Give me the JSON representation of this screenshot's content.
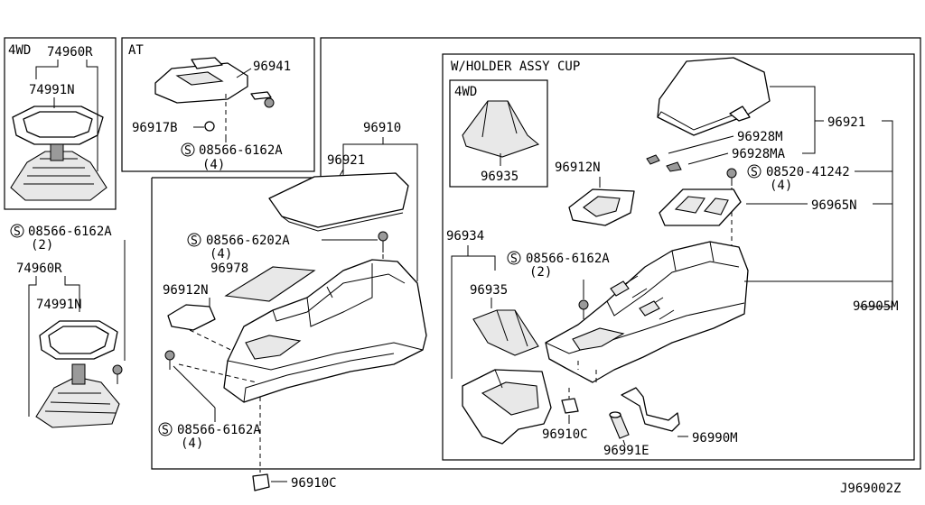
{
  "diagram": {
    "groups": {
      "g4wd_top": "4WD",
      "at": "AT",
      "cup": "W/HOLDER ASSY CUP",
      "g4wd_cup": "4WD"
    },
    "parts": {
      "p74960R_a": "74960R",
      "p74991N_a": "74991N",
      "p96941": "96941",
      "p96917B": "96917B",
      "s_bolt_at": "08566-6162A",
      "q_bolt_at": "(4)",
      "s_bolt_left": "08566-6162A",
      "q_bolt_left": "(2)",
      "p74960R_b": "74960R",
      "p74991N_b": "74991N",
      "p96910_top": "96910",
      "p96921_left": "96921",
      "s_bolt_mid": "08566-6202A",
      "q_bolt_mid": "(4)",
      "p96978": "96978",
      "p96912N_left": "96912N",
      "s_bolt_bot": "08566-6162A",
      "q_bolt_bot": "(4)",
      "p96910C_bot": "96910C",
      "p96935_top": "96935",
      "p96912N_mid": "96912N",
      "p96934": "96934",
      "s_bolt_cup": "08566-6162A",
      "q_bolt_cup": "(2)",
      "p96935_mid": "96935",
      "p96928M": "96928M",
      "p96928MA": "96928MA",
      "p96921_right": "96921",
      "s_bolt_right": "08520-41242",
      "q_bolt_right": "(4)",
      "p96965N": "96965N",
      "p96905M": "96905M",
      "p96910C_mid": "96910C",
      "p96991E": "96991E",
      "p96990M": "96990M"
    },
    "screw_symbol": "S",
    "diagram_id": "J969002Z"
  }
}
